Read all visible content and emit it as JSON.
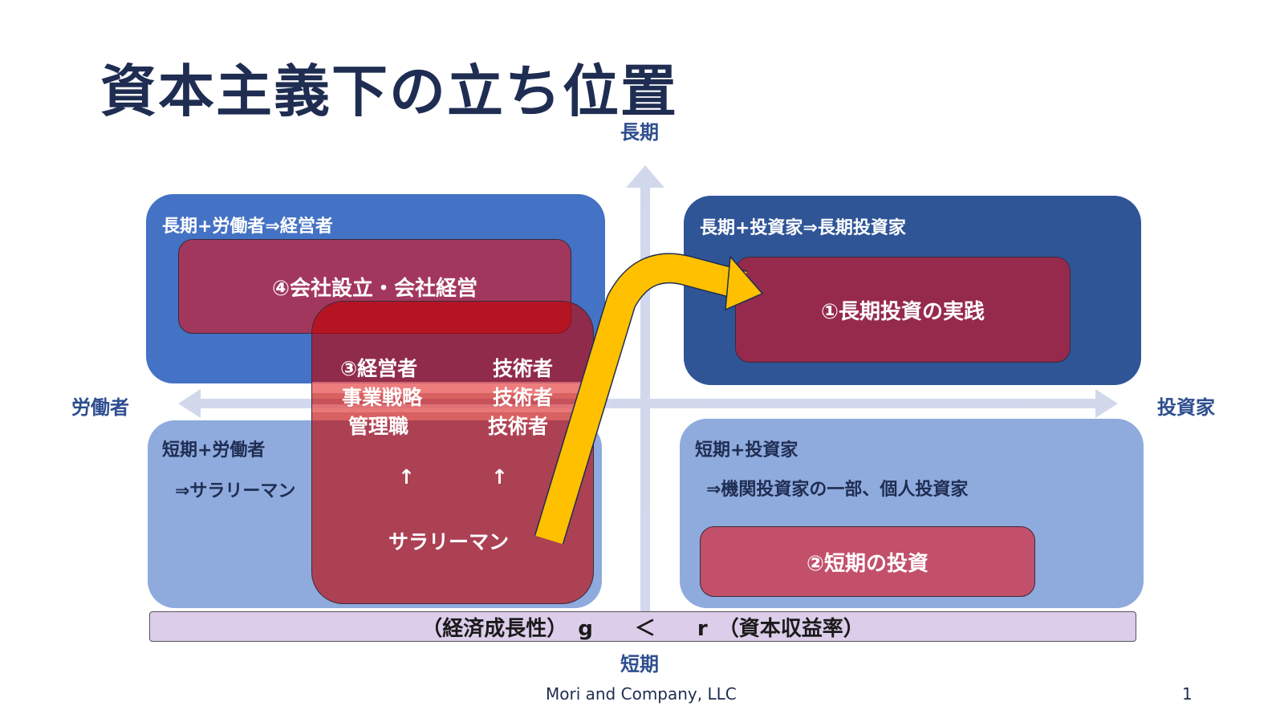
{
  "title": "資本主義下の立ち位置",
  "axes": {
    "top": "長期",
    "bottom": "短期",
    "left": "労働者",
    "right": "投資家"
  },
  "quadrants": {
    "top_left": {
      "label": "長期+労働者⇒経営者",
      "inner": "④会社設立・会社経営",
      "color": "#4472c4"
    },
    "top_right": {
      "label": "長期+投資家⇒長期投資家",
      "inner": "①長期投資の実践",
      "color": "#2f5597"
    },
    "bottom_left": {
      "label": "短期+労働者",
      "sub": "⇒サラリーマン",
      "color": "#8faadc"
    },
    "bottom_right": {
      "label": "短期+投資家",
      "sub": "⇒機関投資家の一部、個人投資家",
      "inner": "②短期の投資",
      "color": "#8faadc"
    }
  },
  "center_box": {
    "left_col": [
      "③経営者",
      "事業戦略",
      "管理職"
    ],
    "right_col": [
      "技術者",
      "技術者",
      "技術者"
    ],
    "arrow_left": "↑",
    "arrow_right": "↑",
    "bottom": "サラリーマン",
    "color": "#c00000"
  },
  "formula": "（経済成長性）　g　　＜　　r　（資本収益率）",
  "footer": {
    "company": "Mori and Company, LLC",
    "page": "1"
  },
  "colors": {
    "title": "#1f2d52",
    "axis": "#d0d6ec",
    "curve_arrow": "#ffc000",
    "formula_bg": "#dccdea"
  }
}
